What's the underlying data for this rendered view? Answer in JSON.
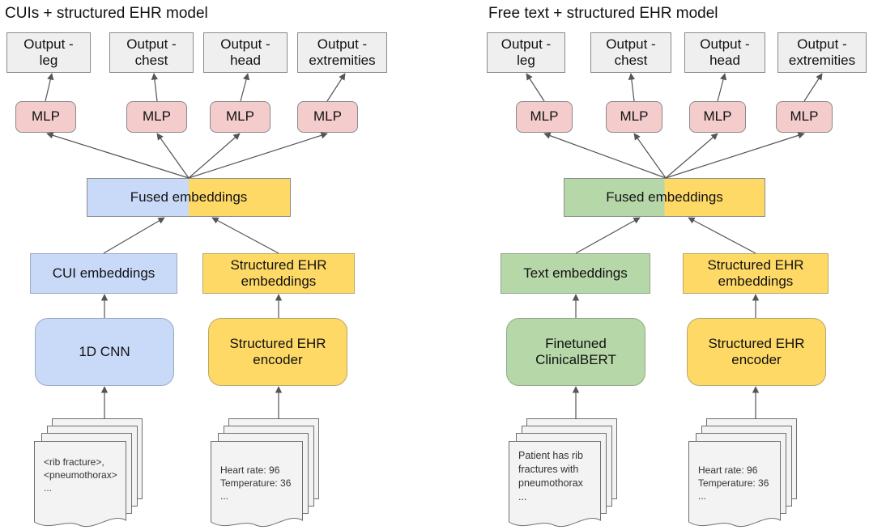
{
  "colors": {
    "output_fill": "#efefef",
    "mlp_fill": "#f4cccc",
    "cui_blue": "#c9daf8",
    "ehr_yellow": "#ffd966",
    "text_green": "#b6d7a8",
    "arrow": "#555555"
  },
  "left": {
    "title": "CUIs + structured EHR model",
    "outputs": [
      "Output -\nleg",
      "Output -\nchest",
      "Output -\nhead",
      "Output -\nextremities"
    ],
    "mlp": [
      "MLP",
      "MLP",
      "MLP",
      "MLP"
    ],
    "fused": "Fused embeddings",
    "emb_a": "CUI embeddings",
    "emb_b": "Structured EHR\nembeddings",
    "enc_a": "1D CNN",
    "enc_b": "Structured EHR\nencoder",
    "doc_a": "<rib fracture>,\n<pneumothorax>\n...",
    "doc_b": "Heart rate: 96\nTemperature: 36\n..."
  },
  "right": {
    "title": "Free text + structured EHR model",
    "outputs": [
      "Output -\nleg",
      "Output -\nchest",
      "Output -\nhead",
      "Output -\nextremities"
    ],
    "mlp": [
      "MLP",
      "MLP",
      "MLP",
      "MLP"
    ],
    "fused": "Fused embeddings",
    "emb_a": "Text embeddings",
    "emb_b": "Structured EHR\nembeddings",
    "enc_a": "Finetuned\nClinicalBERT",
    "enc_b": "Structured EHR\nencoder",
    "doc_a": "Patient has rib\nfractures with\npneumothorax\n...",
    "doc_b": "Heart rate: 96\nTemperature: 36\n..."
  }
}
